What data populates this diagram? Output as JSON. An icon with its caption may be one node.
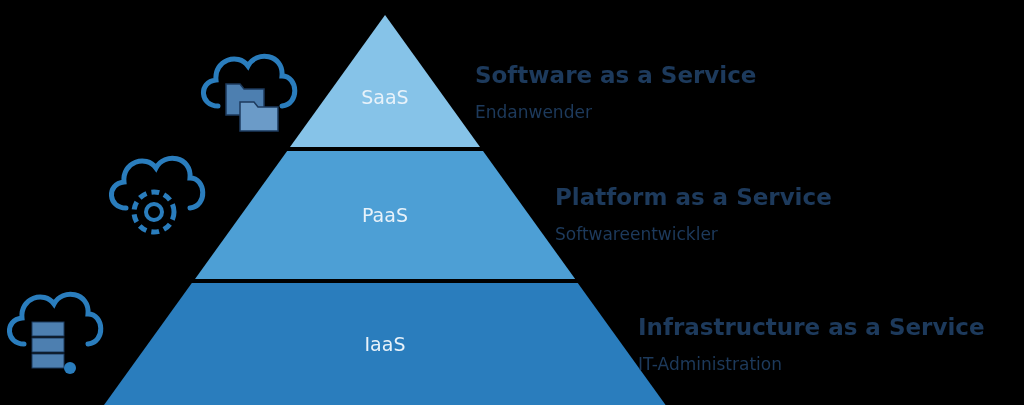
{
  "diagram": {
    "nodes": [
      {
        "text": [
          "SaaS"
        ],
        "beside": [
          "Software as a Service",
          "Endanwender"
        ]
      },
      {
        "text": [
          "PaaS"
        ],
        "beside": [
          "Platform as a Service",
          "Softwareentwickler"
        ]
      },
      {
        "text": [
          "IaaS"
        ],
        "beside": [
          "Infrastructure as a Service",
          "IT-Administration"
        ]
      }
    ]
  }
}
